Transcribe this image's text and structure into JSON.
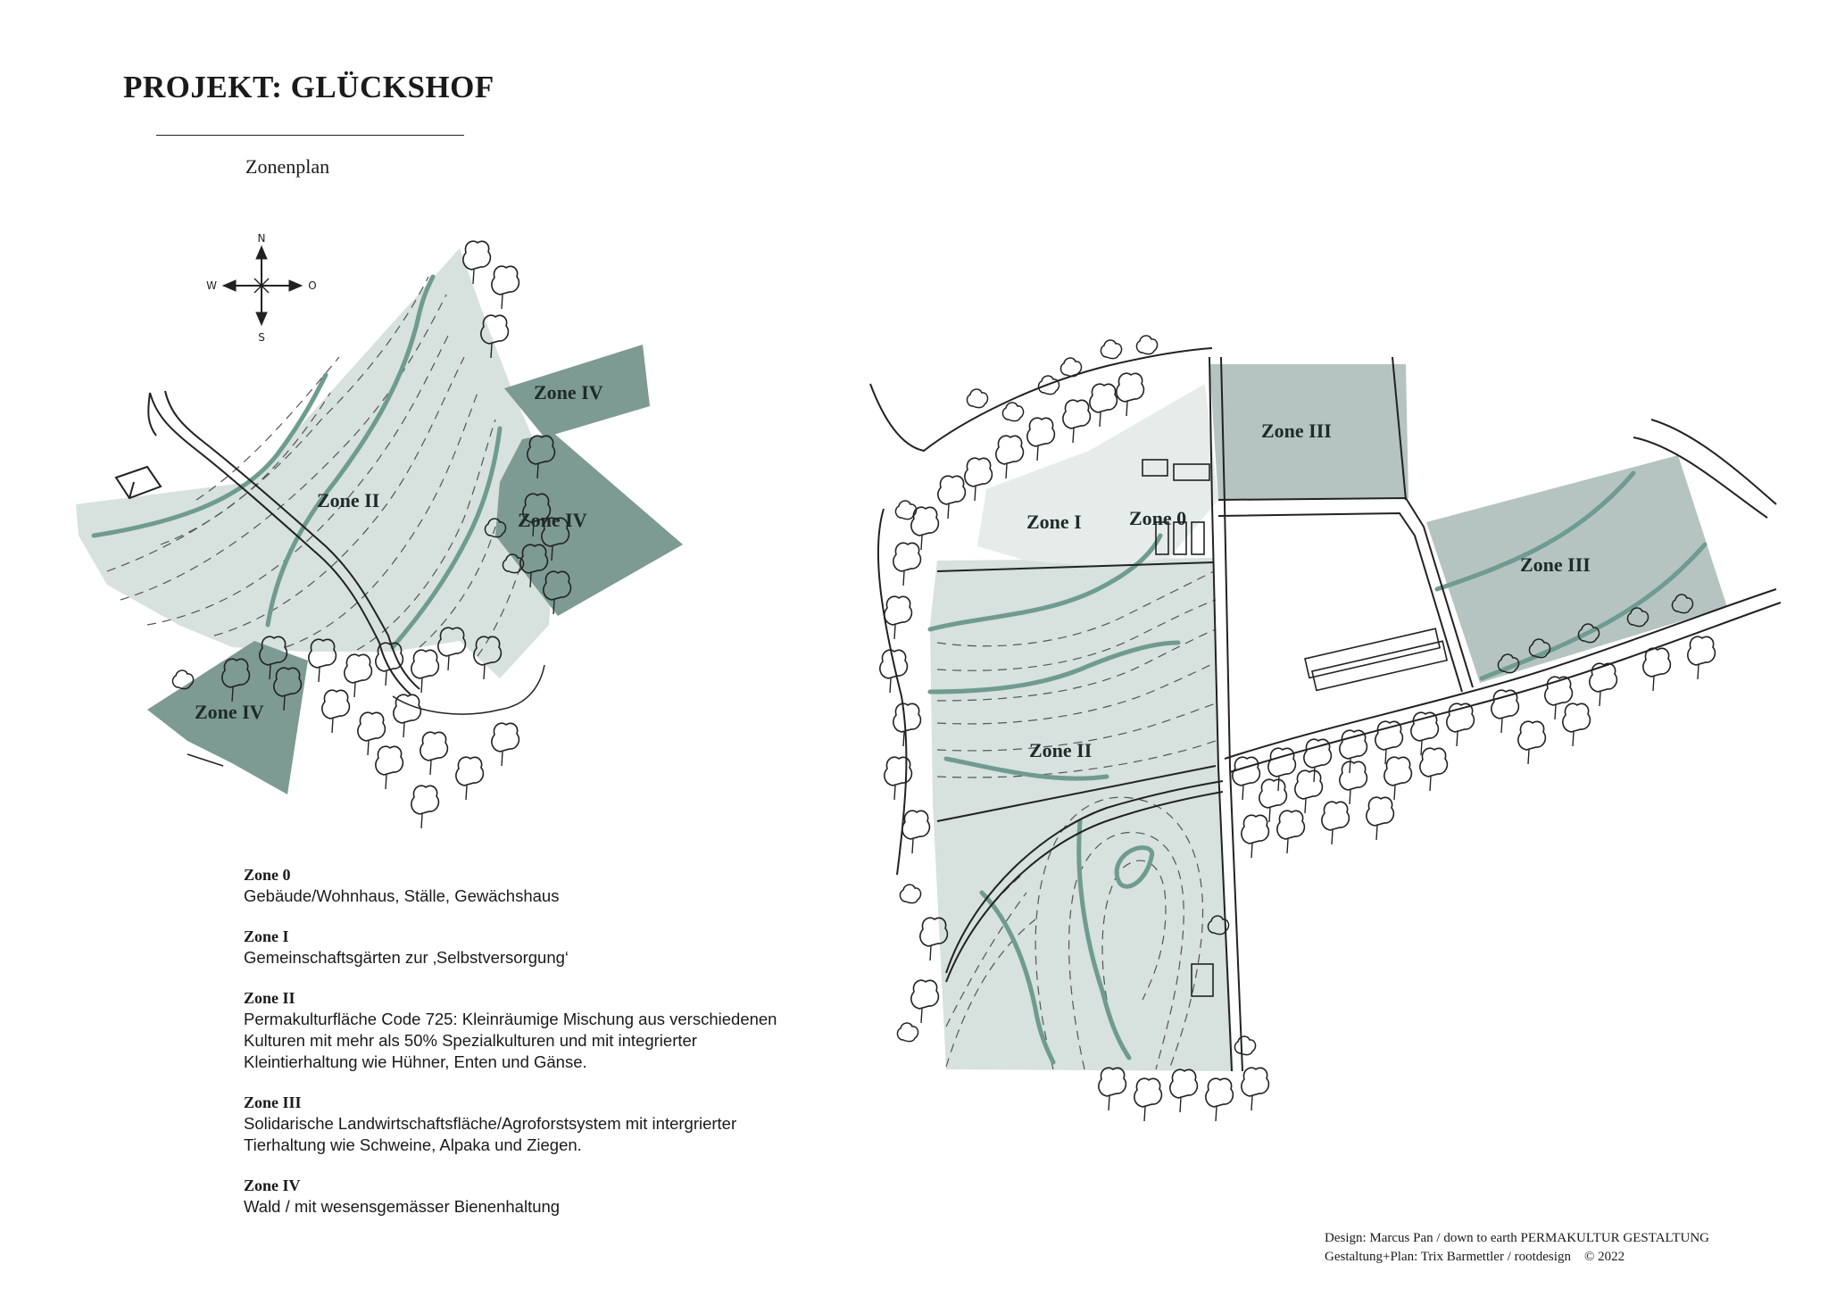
{
  "header": {
    "title": "PROJEKT: GLÜCKSHOF",
    "subtitle": "Zonenplan"
  },
  "compass": {
    "north": "N",
    "south": "S",
    "west": "W",
    "east": "O"
  },
  "map_labels": {
    "left_zone_ii": "Zone II",
    "left_zone_iv_top": "Zone IV",
    "left_zone_iv_mid": "Zone IV",
    "left_zone_iv_bottom": "Zone IV",
    "right_zone_i": "Zone I",
    "right_zone_0": "Zone 0",
    "right_zone_ii": "Zone II",
    "right_zone_iii_top": "Zone III",
    "right_zone_iii_right": "Zone III"
  },
  "legend": [
    {
      "heading": "Zone 0",
      "text": "Gebäude/Wohnhaus, Ställe, Gewächshaus"
    },
    {
      "heading": "Zone I",
      "text": "Gemeinschaftsgärten zur ‚Selbstversorgung‘"
    },
    {
      "heading": "Zone II",
      "text": "Permakulturfläche Code 725: Kleinräumige Mischung aus verschiedenen Kulturen mit mehr als 50% Spezialkulturen und mit integrierter Kleintierhaltung wie Hühner, Enten und Gänse."
    },
    {
      "heading": "Zone III",
      "text": "Solidarische Landwirtschaftsfläche/Agroforstsystem mit intergrierter Tierhaltung wie Schweine, Alpaka und Ziegen."
    },
    {
      "heading": "Zone IV",
      "text": "Wald / mit wesensgemässer Bienenhaltung"
    }
  ],
  "credits": {
    "line1": "Design: Marcus Pan / down to earth PERMAKULTUR GESTALTUNG",
    "line2": "Gestaltung+Plan: Trix Barmettler / rootdesign    © 2022"
  },
  "colors": {
    "zone_ii_fill": "#d7e1de",
    "zone_iii_fill": "#b5c4c0",
    "zone_iv_fill": "#7d9a93",
    "zone_i_fill": "#e6ecea",
    "contour_accent": "#6f9b90"
  }
}
